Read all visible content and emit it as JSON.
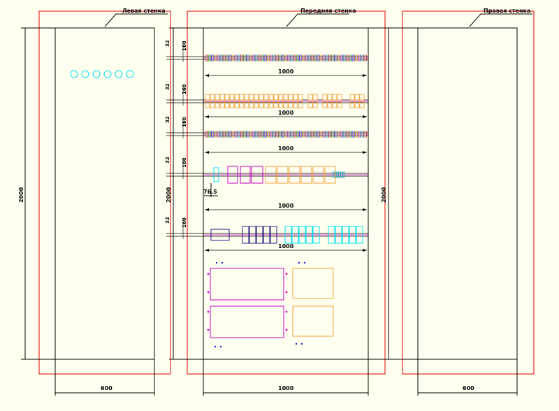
{
  "views": {
    "left": {
      "label": "Левая стенка",
      "width": "600",
      "height": "2000"
    },
    "front": {
      "label": "Передняя стенка",
      "width": "1000",
      "height": "2000"
    },
    "right": {
      "label": "Правая стенка",
      "width": "600",
      "height": "2000"
    }
  },
  "rails": [
    {
      "kind": "terminals",
      "width": "1000",
      "d_top": "32",
      "d_rail": "160"
    },
    {
      "kind": "breakers",
      "width": "1000",
      "d_top": "32",
      "d_rail": "160"
    },
    {
      "kind": "terminals",
      "width": "1000",
      "d_top": "32",
      "d_rail": "160"
    },
    {
      "kind": "mixed",
      "width": "1000",
      "d_top": "32",
      "d_rail": "160"
    },
    {
      "kind": "modules",
      "width": "1000",
      "d_top": "32",
      "d_rail": "160"
    }
  ],
  "extra_dim": "76.5",
  "colors": {
    "frame_outer": "#e00000",
    "frame_inner": "#000000",
    "cyan": "#00e0f0",
    "magenta": "#c800c8",
    "orange": "#f0a040",
    "blue": "#2020c0",
    "navy": "#202080"
  }
}
